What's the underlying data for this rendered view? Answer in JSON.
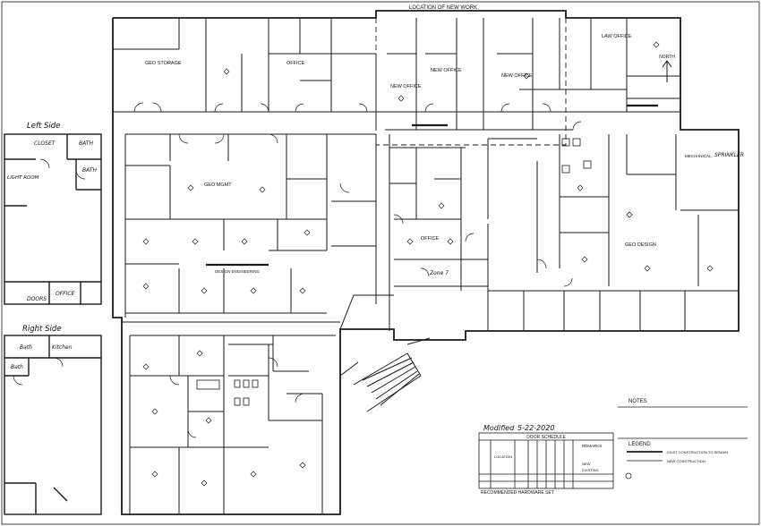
{
  "title": "LOCATION OF NEW WORK",
  "handwritten": {
    "left_side": "Left Side",
    "right_side": "Right Side",
    "modified": "Modified",
    "date": "5-22-2020",
    "closet": "CLOSET",
    "bath_left_1": "BATH",
    "bath_left_2": "BATH",
    "light_room": "LIGHT ROOM",
    "doors": "DOORS",
    "office": "OFFICE",
    "bath_right_1": "Bath",
    "bath_right_2": "Bath",
    "kitchen": "Kitchen",
    "sprinkler": "SPRINKLER",
    "zone": "Zone 7"
  },
  "rooms": {
    "geo_storage": "GEO STORAGE",
    "office_top": "OFFICE",
    "new_office_1": "NEW OFFICE",
    "new_office_2": "NEW OFFICE",
    "new_office_3": "NEW OFFICE",
    "law_office": "LAW OFFICE",
    "geo_mgmt": "GEO MGMT",
    "design_engineering": "DESIGN ENGINEERING",
    "office_mid": "OFFICE",
    "geo_design": "GEO DESIGN",
    "mechanical": "MECHANICAL",
    "north": "NORTH"
  },
  "notes_title": "NOTES",
  "legend_title": "LEGEND",
  "legend": {
    "existing": "EXIST CONSTRUCTION TO REMAIN",
    "new": "NEW CONSTRUCTION"
  },
  "schedule": {
    "title": "DOOR SCHEDULE",
    "location": "LOCATION",
    "remarks": "REMARKS",
    "row_new": "NEW",
    "row_existing": "EXISTING",
    "hardware": "RECOMMENDED HARDWARE SET"
  }
}
